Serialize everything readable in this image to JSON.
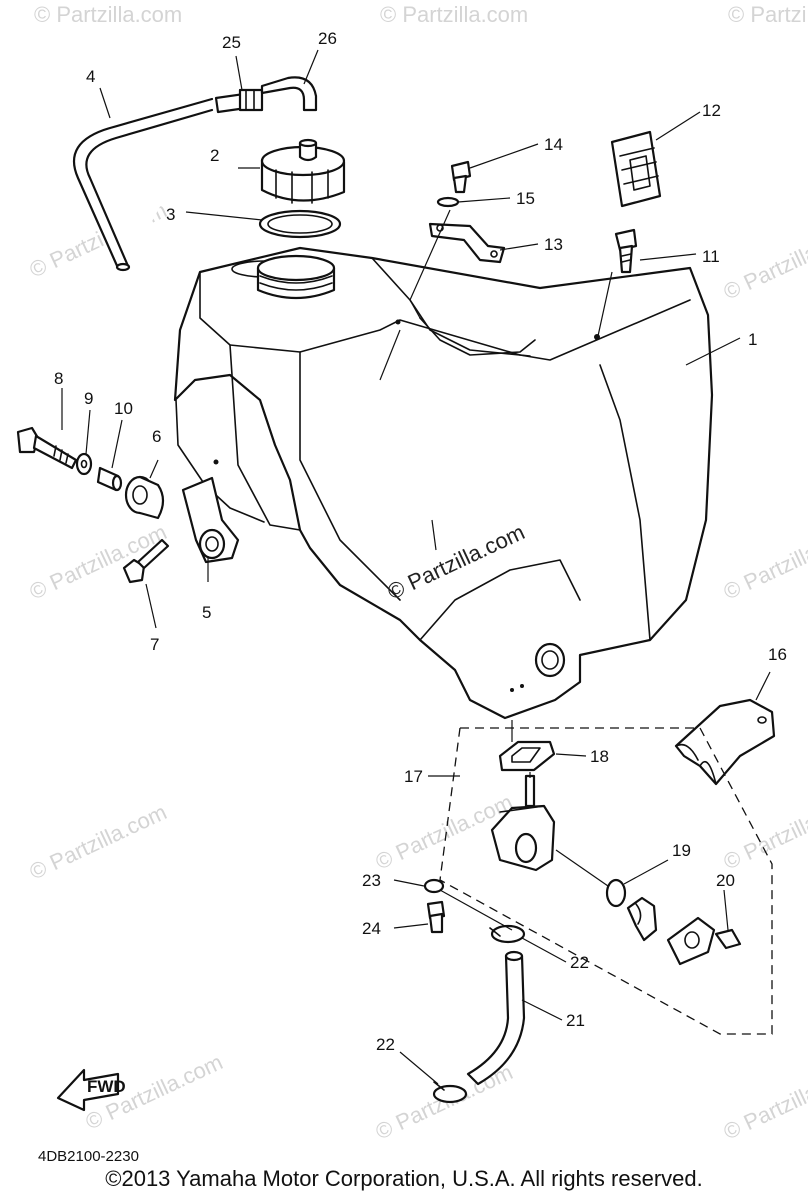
{
  "callouts": [
    "1",
    "2",
    "3",
    "4",
    "5",
    "6",
    "7",
    "8",
    "9",
    "10",
    "11",
    "12",
    "13",
    "14",
    "15",
    "16",
    "17",
    "18",
    "19",
    "20",
    "21",
    "22",
    "22",
    "23",
    "24",
    "25",
    "26"
  ],
  "fwd_label": "FWD",
  "watermark": "© Partzilla.com",
  "watermark_center": "© Partzilla.com",
  "doc_code": "4DB2100-2230",
  "copyright": "©2013 Yamaha Motor Corporation, U.S.A. All rights reserved.",
  "colors": {
    "ink": "#111111",
    "watermark": "#d4d4d4",
    "background": "#ffffff"
  }
}
